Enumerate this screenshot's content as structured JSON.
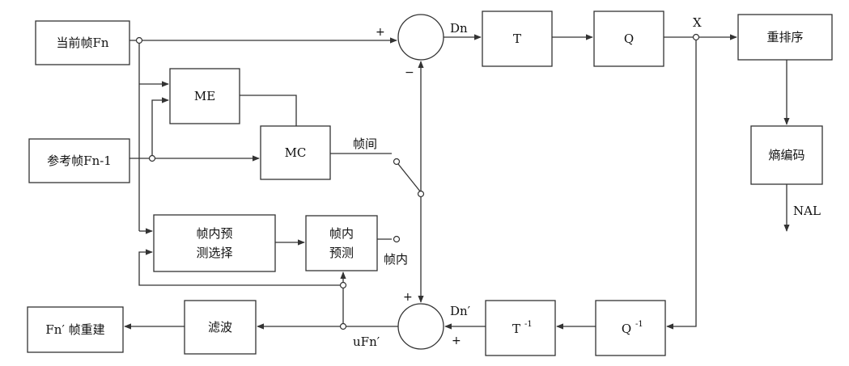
{
  "blocks": {
    "current_frame": "当前帧Fn",
    "ref_frame": "参考帧Fn-1",
    "me": "ME",
    "mc": "MC",
    "intra_select_1": "帧内预",
    "intra_select_2": "测选择",
    "intra_pred_1": "帧内",
    "intra_pred_2": "预测",
    "transform": "T",
    "quant": "Q",
    "reorder": "重排序",
    "entropy": "熵编码",
    "inv_quant": "Q",
    "inv_transform": "T",
    "filter": "滤波",
    "rebuild": "Fn′ 帧重建"
  },
  "labels": {
    "dn": "Dn",
    "x": "X",
    "nal": "NAL",
    "inter": "帧间",
    "intra": "帧内",
    "dn_prime": "Dn′",
    "ufn_prime": "uFn′",
    "inv_sup": "-1"
  },
  "signs": {
    "sub_plus": "+",
    "sub_minus": "−",
    "add_plus_top": "+",
    "add_plus_bottom": "+"
  }
}
